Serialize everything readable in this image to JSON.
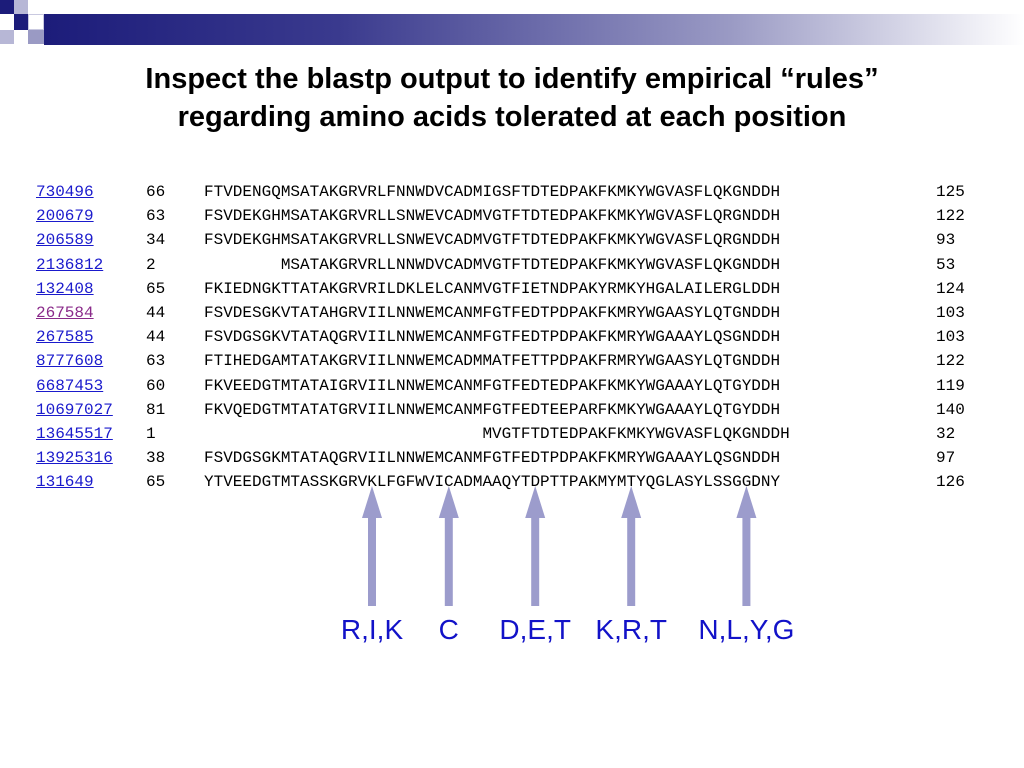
{
  "title": {
    "line1": "Inspect the blastp output to identify empirical “rules”",
    "line2": "regarding amino acids tolerated at each position"
  },
  "alignment": [
    {
      "acc": "730496",
      "start": "66",
      "seq": "FTVDENGQMSATAKGRVRLFNNWDVCADMIGSFTDTEDPAKFKMKYWGVASFLQKGNDDH",
      "end": "125"
    },
    {
      "acc": "200679",
      "start": "63",
      "seq": "FSVDEKGHMSATAKGRVRLLSNWEVCADMVGTFTDTEDPAKFKMKYWGVASFLQRGNDDH",
      "end": "122"
    },
    {
      "acc": "206589",
      "start": "34",
      "seq": "FSVDEKGHMSATAKGRVRLLSNWEVCADMVGTFTDTEDPAKFKMKYWGVASFLQRGNDDH",
      "end": "93"
    },
    {
      "acc": "2136812",
      "start": "2",
      "seq": "        MSATAKGRVRLLNNWDVCADMVGTFTDTEDPAKFKMKYWGVASFLQKGNDDH",
      "end": "53"
    },
    {
      "acc": "132408",
      "start": "65",
      "seq": "FKIEDNGKTTATAKGRVRILDKLELCANMVGTFIETNDPAKYRMKYHGALAILERGLDDH",
      "end": "124"
    },
    {
      "acc": "267584",
      "start": "44",
      "seq": "FSVDESGKVTATAHGRVIILNNWEMCANMFGTFEDTPDPAKFKMRYWGAASYLQTGNDDH",
      "end": "103",
      "visited": true
    },
    {
      "acc": "267585",
      "start": "44",
      "seq": "FSVDGSGKVTATAQGRVIILNNWEMCANMFGTFEDTPDPAKFKMRYWGAAAYLQSGNDDH",
      "end": "103"
    },
    {
      "acc": "8777608",
      "start": "63",
      "seq": "FTIHEDGAMTATAKGRVIILNNWEMCADMMATFETTPDPAKFRMRYWGAASYLQTGNDDH",
      "end": "122"
    },
    {
      "acc": "6687453",
      "start": "60",
      "seq": "FKVEEDGTMTATAIGRVIILNNWEMCANMFGTFEDTEDPAKFKMKYWGAAAYLQTGYDDH",
      "end": "119"
    },
    {
      "acc": "10697027",
      "start": "81",
      "seq": "FKVQEDGTMTATATGRVIILNNWEMCANMFGTFEDTEEPARFKMKYWGAAAYLQTGYDDH",
      "end": "140"
    },
    {
      "acc": "13645517",
      "start": "1",
      "seq": "                             MVGTFTDTEDPAKFKMKYWGVASFLQKGNDDH",
      "end": "32"
    },
    {
      "acc": "13925316",
      "start": "38",
      "seq": "FSVDGSGKMTATAQGRVIILNNWEMCANMFGTFEDTPDPAKFKMRYWGAAAYLQSGNDDH",
      "end": "97"
    },
    {
      "acc": "131649",
      "start": "65",
      "seq": "YTVEEDGTMTASSKGRVKLFGFWVICADMAAQYTDPTTPAKMYMTYQGLASYLSSGGDNY",
      "end": "126"
    }
  ],
  "annotations": [
    {
      "label": "R,I,K",
      "column": 17
    },
    {
      "label": "C",
      "column": 25
    },
    {
      "label": "D,E,T",
      "column": 34
    },
    {
      "label": "K,R,T",
      "column": 44
    },
    {
      "label": "N,L,Y,G",
      "column": 56
    }
  ],
  "colors": {
    "link": "#1a1acc",
    "visited_link": "#8a2a8a",
    "arrow": "#9c9ccc",
    "annotation_text": "#1212c8",
    "header_dark": "#1c1c7a"
  },
  "icons": {
    "annotation_marker": "up-arrow-icon"
  }
}
